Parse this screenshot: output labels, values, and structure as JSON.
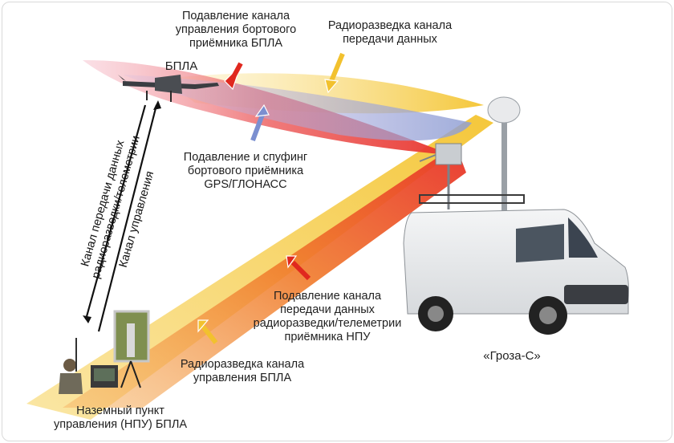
{
  "labels": {
    "uav": "БПЛА",
    "suppress_control": [
      "Подавление канала",
      "управления бортового",
      "приёмника БПЛА"
    ],
    "recon_data": [
      "Радиоразведка канала",
      "передачи данных"
    ],
    "spoofing": [
      "Подавление и спуфинг",
      "бортового приёмника",
      "GPS/ГЛОНАСС"
    ],
    "suppress_telemetry": [
      "Подавление канала",
      "передачи данных",
      "радиоразведки/телеметрии",
      "приёмника НПУ"
    ],
    "recon_control": [
      "Радиоразведка канала",
      "управления БПЛА"
    ],
    "ground_station": [
      "Наземный пункт",
      "управления (НПУ) БПЛА"
    ],
    "vehicle_name": "«Гроза-С»",
    "downlink": [
      "Канал передачи данных",
      "радиоразведки/телеметрии"
    ],
    "uplink": "Канал управления"
  },
  "colors": {
    "yellow_beam": "#f4c430",
    "red_beam": "#e8322a",
    "orange_beam": "#f07a2a",
    "blue_beam": "#8f9fd4",
    "arrow_red": "#e0281e",
    "arrow_blue": "#7b8fd0",
    "arrow_yellow": "#f2c12e"
  }
}
